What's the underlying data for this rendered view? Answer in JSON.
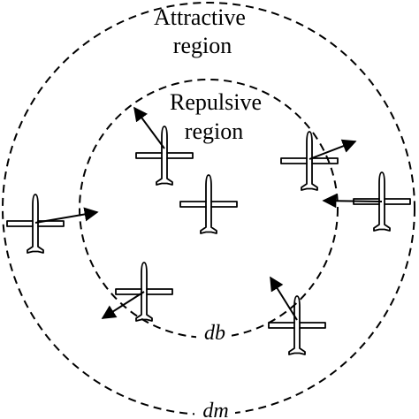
{
  "diagram": {
    "attractive_label_line1": "Attractive",
    "attractive_label_line2": "region",
    "repulsive_label_line1": "Repulsive",
    "repulsive_label_line2": "region",
    "inner_radius_label": "db",
    "outer_radius_label": "dm",
    "stroke_color": "#000000",
    "background_color": "#ffffff"
  }
}
